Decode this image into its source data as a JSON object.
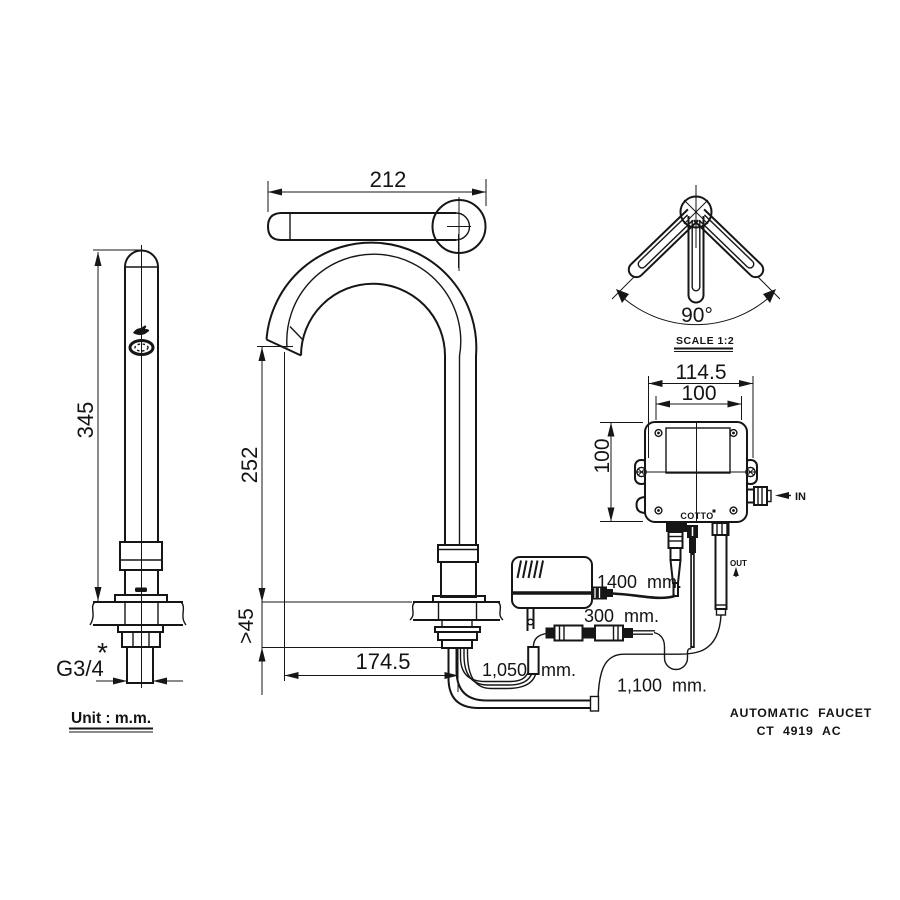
{
  "colors": {
    "ink": "#161616",
    "paper": "#ffffff"
  },
  "dim": {
    "spout_top": "212",
    "height": "345",
    "spout_height": "252",
    "deck": ">45",
    "reach": "174.5",
    "thread": "G3/4",
    "thread_mark": "*",
    "box_overall_width": "114.5",
    "box_width": "100",
    "box_height": "100",
    "power_cable": "1400  mm.",
    "link_cable": "300  mm.",
    "sensor_cable_value": "1,050",
    "sensor_cable_unit": "mm.",
    "outlet_hose": "1,100  mm.",
    "swivel_angle": "90°"
  },
  "notes": {
    "unit": "Unit : m.m.",
    "scale": "SCALE 1:2"
  },
  "ports": {
    "in": "IN",
    "out": "OUT"
  },
  "brand": {
    "logo": "COTTO"
  },
  "title": {
    "line1": "AUTOMATIC  FAUCET",
    "line2": "CT  4919  AC"
  }
}
